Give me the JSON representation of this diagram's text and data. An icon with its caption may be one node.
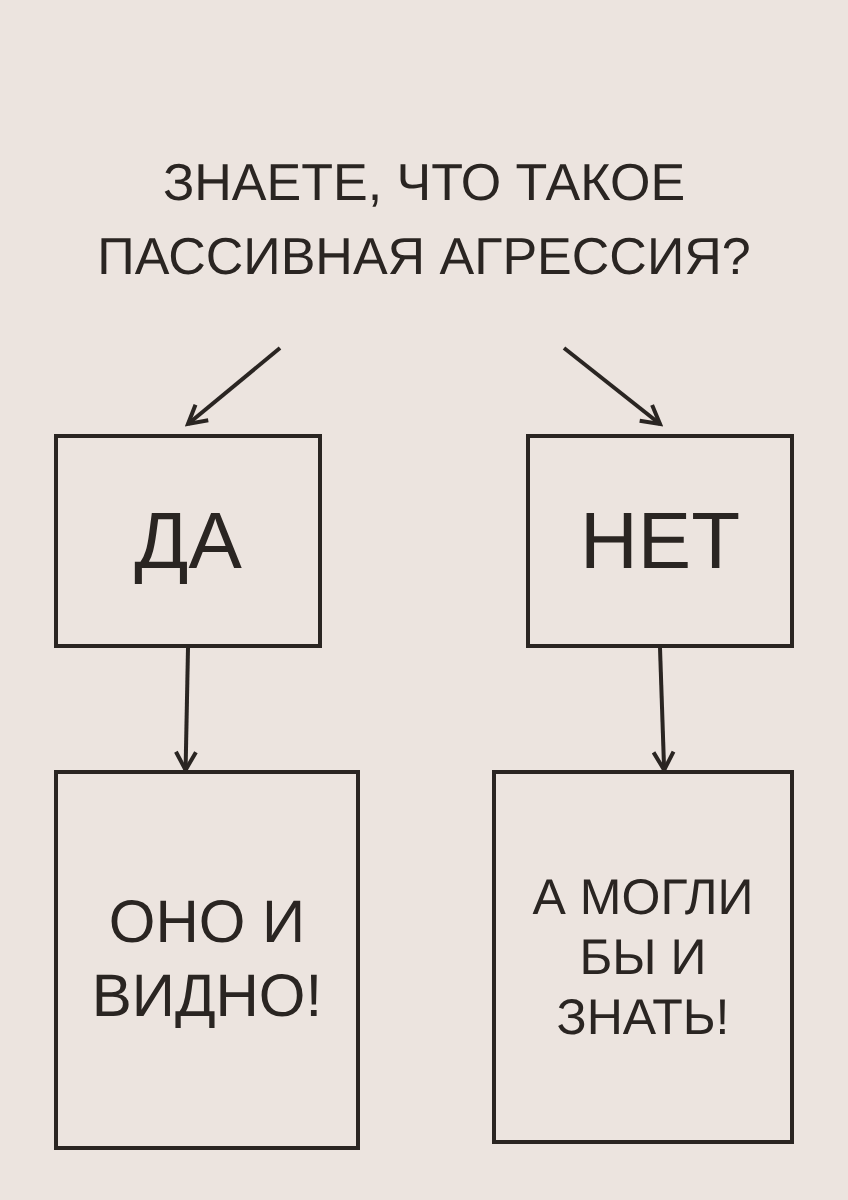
{
  "diagram": {
    "nodes": [
      {
        "text": [
          "ЗНАЕТЕ, ЧТО ТАКОЕ ПАССИВНАЯ АГРЕССИЯ?"
        ]
      },
      {
        "text": [
          "ДА"
        ]
      },
      {
        "text": [
          "НЕТ"
        ]
      },
      {
        "text": [
          "ОНО И ВИДНО!"
        ]
      },
      {
        "text": [
          "А МОГЛИ БЫ И ЗНАТЬ!"
        ]
      }
    ],
    "edges": [
      {
        "from": 0,
        "to": 1,
        "arrow": "to"
      },
      {
        "from": 0,
        "to": 2,
        "arrow": "to"
      },
      {
        "from": 1,
        "to": 3,
        "arrow": "to"
      },
      {
        "from": 2,
        "to": 4,
        "arrow": "to"
      }
    ]
  }
}
